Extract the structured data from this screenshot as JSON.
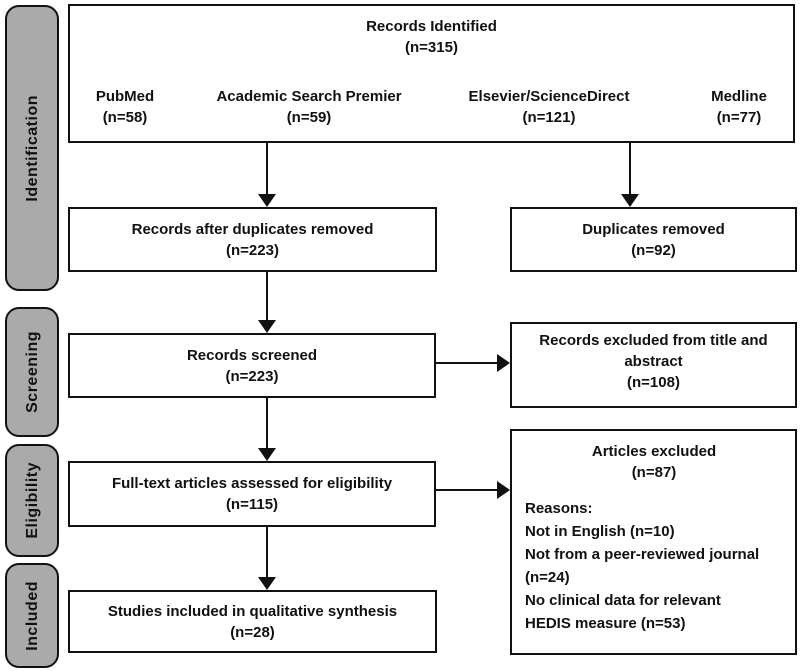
{
  "diagram": {
    "stages": [
      {
        "label": "Identification"
      },
      {
        "label": "Screening"
      },
      {
        "label": "Eligibility"
      },
      {
        "label": "Included"
      }
    ],
    "identification_box": {
      "title": "Records Identified",
      "count": "(n=315)",
      "sources": [
        {
          "name": "PubMed",
          "count": "(n=58)"
        },
        {
          "name": "Academic Search Premier",
          "count": "(n=59)"
        },
        {
          "name": "Elsevier/ScienceDirect",
          "count": "(n=121)"
        },
        {
          "name": "Medline",
          "count": "(n=77)"
        }
      ]
    },
    "after_duplicates_box": {
      "title": "Records after duplicates removed",
      "count": "(n=223)"
    },
    "duplicates_removed_box": {
      "title": "Duplicates removed",
      "count": "(n=92)"
    },
    "screened_box": {
      "title": "Records screened",
      "count": "(n=223)"
    },
    "excluded_title_abstract_box": {
      "title": "Records excluded from title and abstract",
      "count": "(n=108)"
    },
    "fulltext_box": {
      "title": "Full-text articles assessed for eligibility",
      "count": "(n=115)"
    },
    "articles_excluded_box": {
      "title": "Articles excluded",
      "count": "(n=87)",
      "reasons_heading": "Reasons:",
      "reasons": [
        "Not in English (n=10)",
        "Not from a peer-reviewed journal (n=24)",
        "No clinical data for relevant HEDIS measure (n=53)"
      ]
    },
    "included_box": {
      "title": "Studies included in qualitative synthesis",
      "count": "(n=28)"
    },
    "colors": {
      "stage_fill": "#aaaaaa",
      "line": "#111111",
      "box_background": "#ffffff"
    }
  }
}
